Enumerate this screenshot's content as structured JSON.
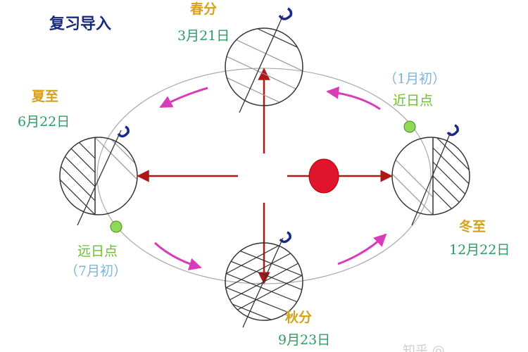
{
  "title": "复习导入",
  "positions": {
    "spring": {
      "season": "春分",
      "date": "3月21日"
    },
    "summer": {
      "season": "夏至",
      "date": "6月22日"
    },
    "autumn": {
      "season": "秋分",
      "date": "9月23日"
    },
    "winter": {
      "season": "冬至",
      "date": "12月22日"
    }
  },
  "perihelion": {
    "label": "近日点",
    "time": "（1月初）"
  },
  "aphelion": {
    "label": "远日点",
    "time": "（7月初）"
  },
  "watermark": "知乎 @",
  "colors": {
    "sun": "#e0142a",
    "arrow": "#b01818",
    "orbit_arrow": "#d83cb8",
    "apsis_dot": "#8fd858",
    "rotation_arrow": "#1a2a8a"
  }
}
